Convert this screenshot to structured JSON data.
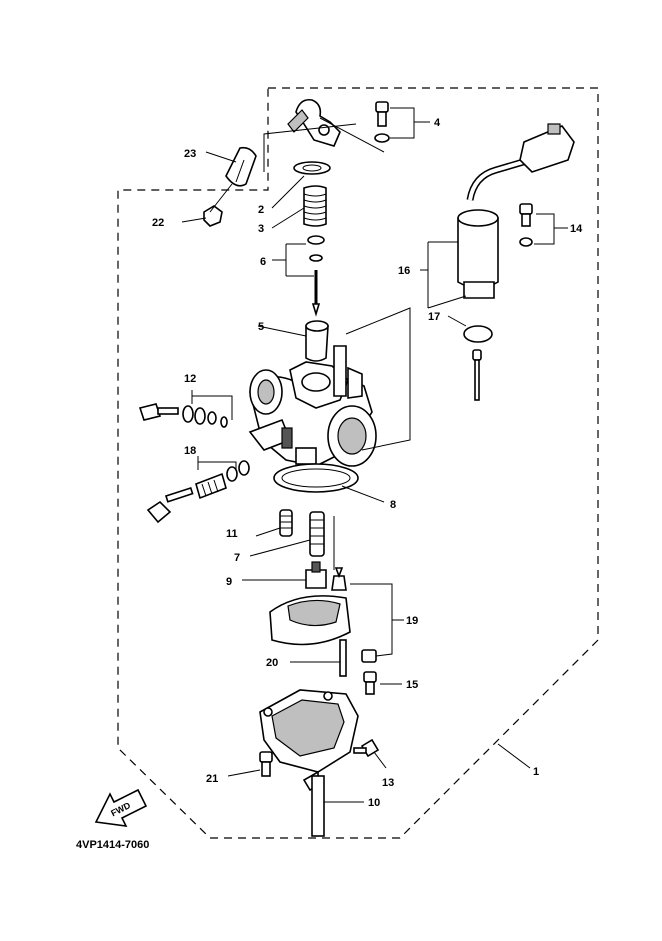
{
  "diagram": {
    "code": "4VP1414-7060",
    "fwd_label": "FWD",
    "labels": [
      "1",
      "2",
      "3",
      "4",
      "5",
      "6",
      "7",
      "8",
      "9",
      "10",
      "11",
      "12",
      "13",
      "14",
      "15",
      "16",
      "17",
      "18",
      "19",
      "20",
      "21",
      "22",
      "23"
    ]
  }
}
